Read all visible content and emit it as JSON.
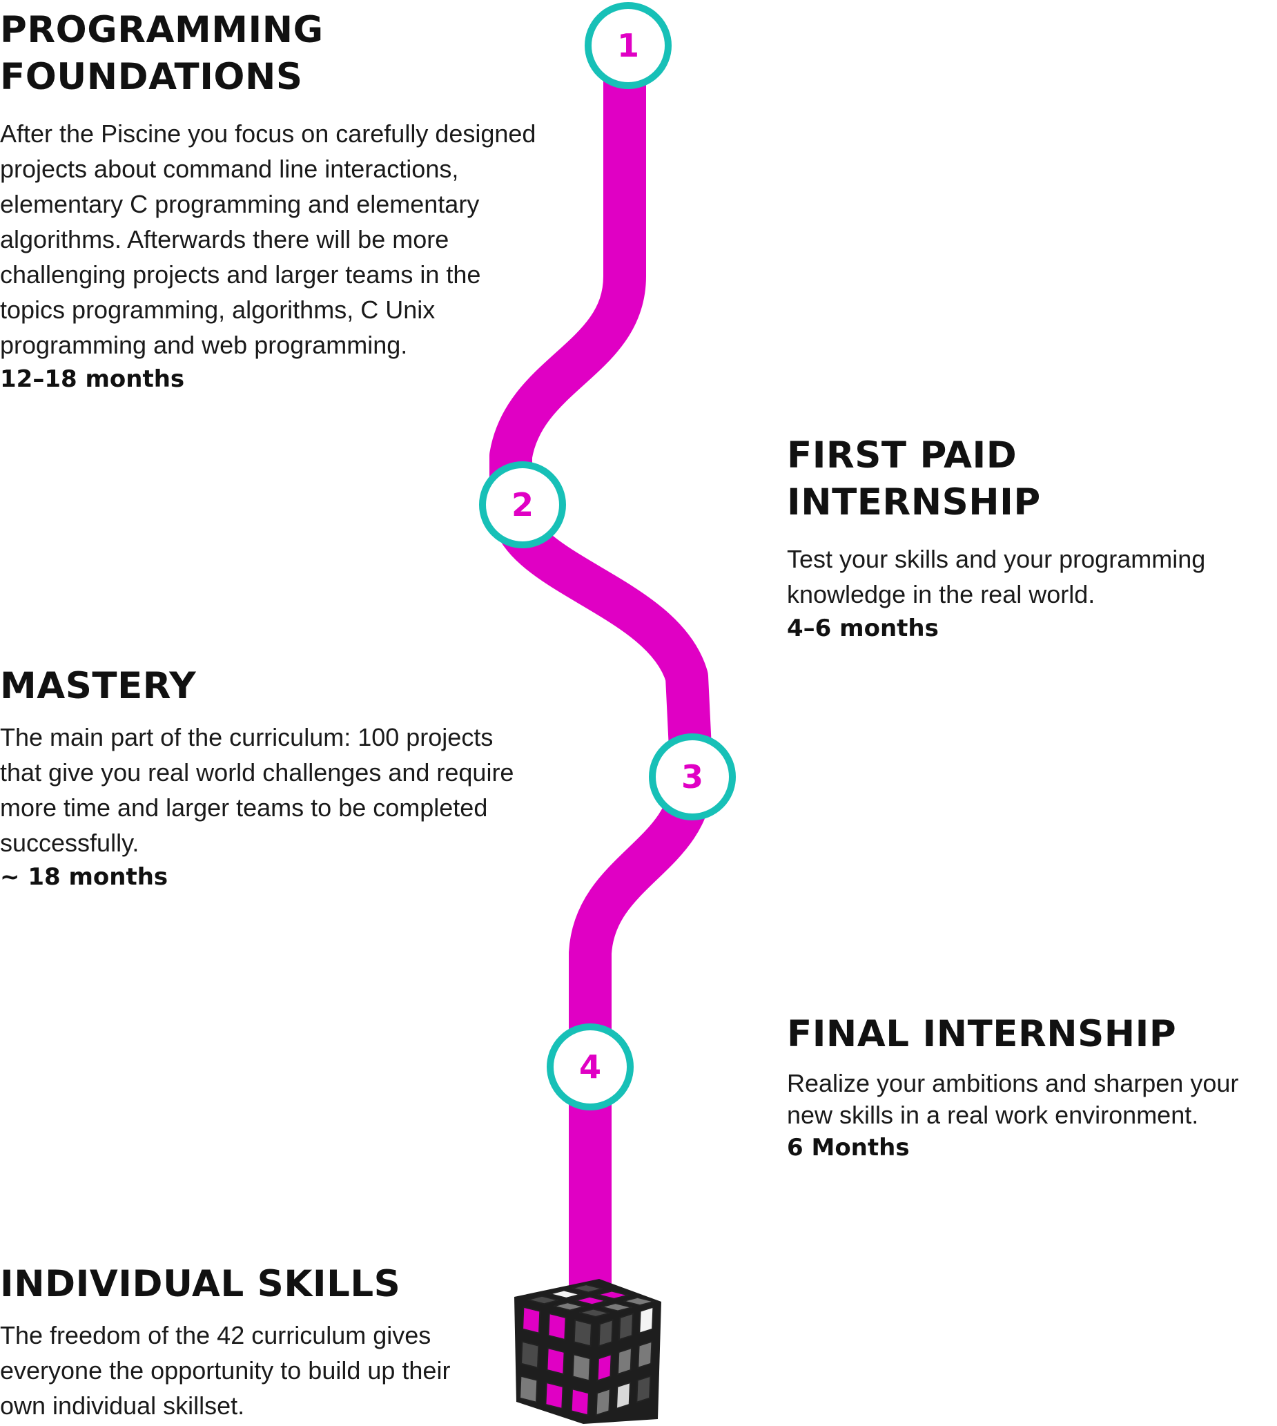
{
  "colors": {
    "path": "#e000c4",
    "ring": "#17c0b7",
    "ring_fill": "#ffffff",
    "number": "#e000c4",
    "cube_magenta": "#e000c4",
    "cube_dark": "#4a4a4a",
    "cube_mid": "#7a7a7a",
    "cube_light": "#d8d8d8"
  },
  "steps": [
    {
      "number": "1"
    },
    {
      "number": "2"
    },
    {
      "number": "3"
    },
    {
      "number": "4"
    }
  ],
  "milestones": [
    {
      "title": "PROGRAMMING FOUNDATIONS",
      "description": "After the Piscine you focus on carefully designed projects about command line interactions, elementary C programming and elementary algorithms. Afterwards there will be more challenging projects and larger teams in the topics programming, algorithms, C Unix programming and web programming.",
      "duration": "12–18 months"
    },
    {
      "title": "FIRST PAID INTERNSHIP",
      "description": "Test your skills and your programming knowledge in the real world.",
      "duration": "4–6 months"
    },
    {
      "title": "MASTERY",
      "description": "The main part of the curriculum: 100 projects that give you real world challenges and require more time and larger teams to be completed successfully.",
      "duration": "~ 18 months"
    },
    {
      "title": "FINAL INTERNSHIP",
      "description": "Realize your ambitions and sharpen your new skills in a real work environment.",
      "duration": "6 Months"
    },
    {
      "title": "INDIVIDUAL SKILLS",
      "description": "The freedom of the 42 curriculum gives everyone the opportunity to build up their own individual skillset."
    }
  ],
  "end_icon": "rubiks-cube-icon"
}
